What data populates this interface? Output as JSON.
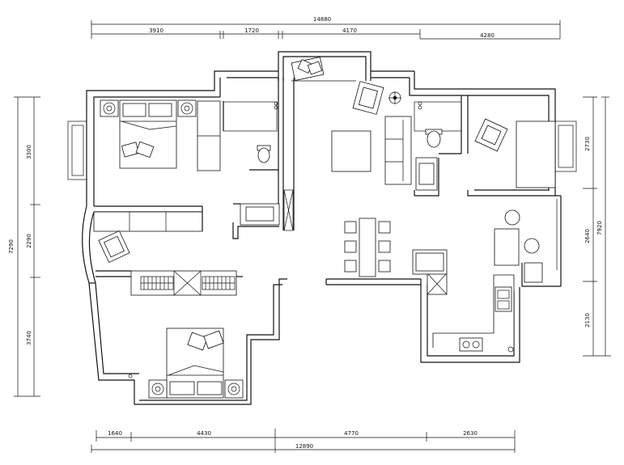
{
  "dimensions": {
    "top_total": "14880",
    "top_segments": [
      "3910",
      "1720",
      "4170"
    ],
    "top_right": "4280",
    "bottom_segments": [
      "1640",
      "4430",
      "4770",
      "2630"
    ],
    "bottom_total": "12890",
    "left_total": "7290",
    "left_segments": [
      "3300",
      "2290",
      "3740"
    ],
    "right_segments": [
      "2730",
      "2640",
      "2130"
    ],
    "right_total": "7920"
  }
}
